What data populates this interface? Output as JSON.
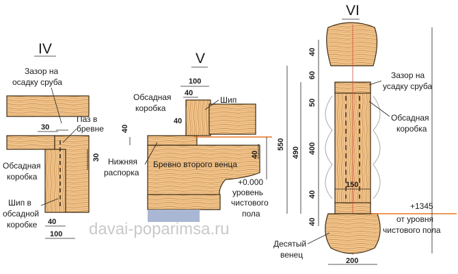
{
  "sections": {
    "iv": {
      "title": "IV",
      "labels": [
        "Зазор на",
        "осадку сруба",
        "Паз в",
        "бревне",
        "Обсадная",
        "коробка",
        "Шип в",
        "обсадной",
        "коробке"
      ],
      "dims": [
        "30",
        "30",
        "40",
        "100"
      ]
    },
    "v": {
      "title": "V",
      "labels": [
        "Обсадная",
        "коробка",
        "Шип",
        "Нижняя",
        "распорка",
        "Бревно второго венца",
        "+0.000",
        "уровень",
        "чистового",
        "пола"
      ],
      "dims": [
        "100",
        "40",
        "40",
        "40",
        "40"
      ]
    },
    "vi": {
      "title": "VI",
      "labels": [
        "Зазор на",
        "усадку сруба",
        "Обсадная",
        "коробка",
        "+1345",
        "от уровня",
        "чистового пола",
        "Десятый",
        "венец"
      ],
      "dims": [
        "40",
        "60",
        "50",
        "400",
        "40",
        "40",
        "490",
        "550",
        "150",
        "200"
      ]
    }
  },
  "watermark": "davai-poparimsa.ru",
  "colors": {
    "wood": "#f2c48c",
    "grain": "#b07a3a",
    "floor": "#a9b7d4",
    "level_line": "#e8731e",
    "axis_line": "#d4493a"
  }
}
